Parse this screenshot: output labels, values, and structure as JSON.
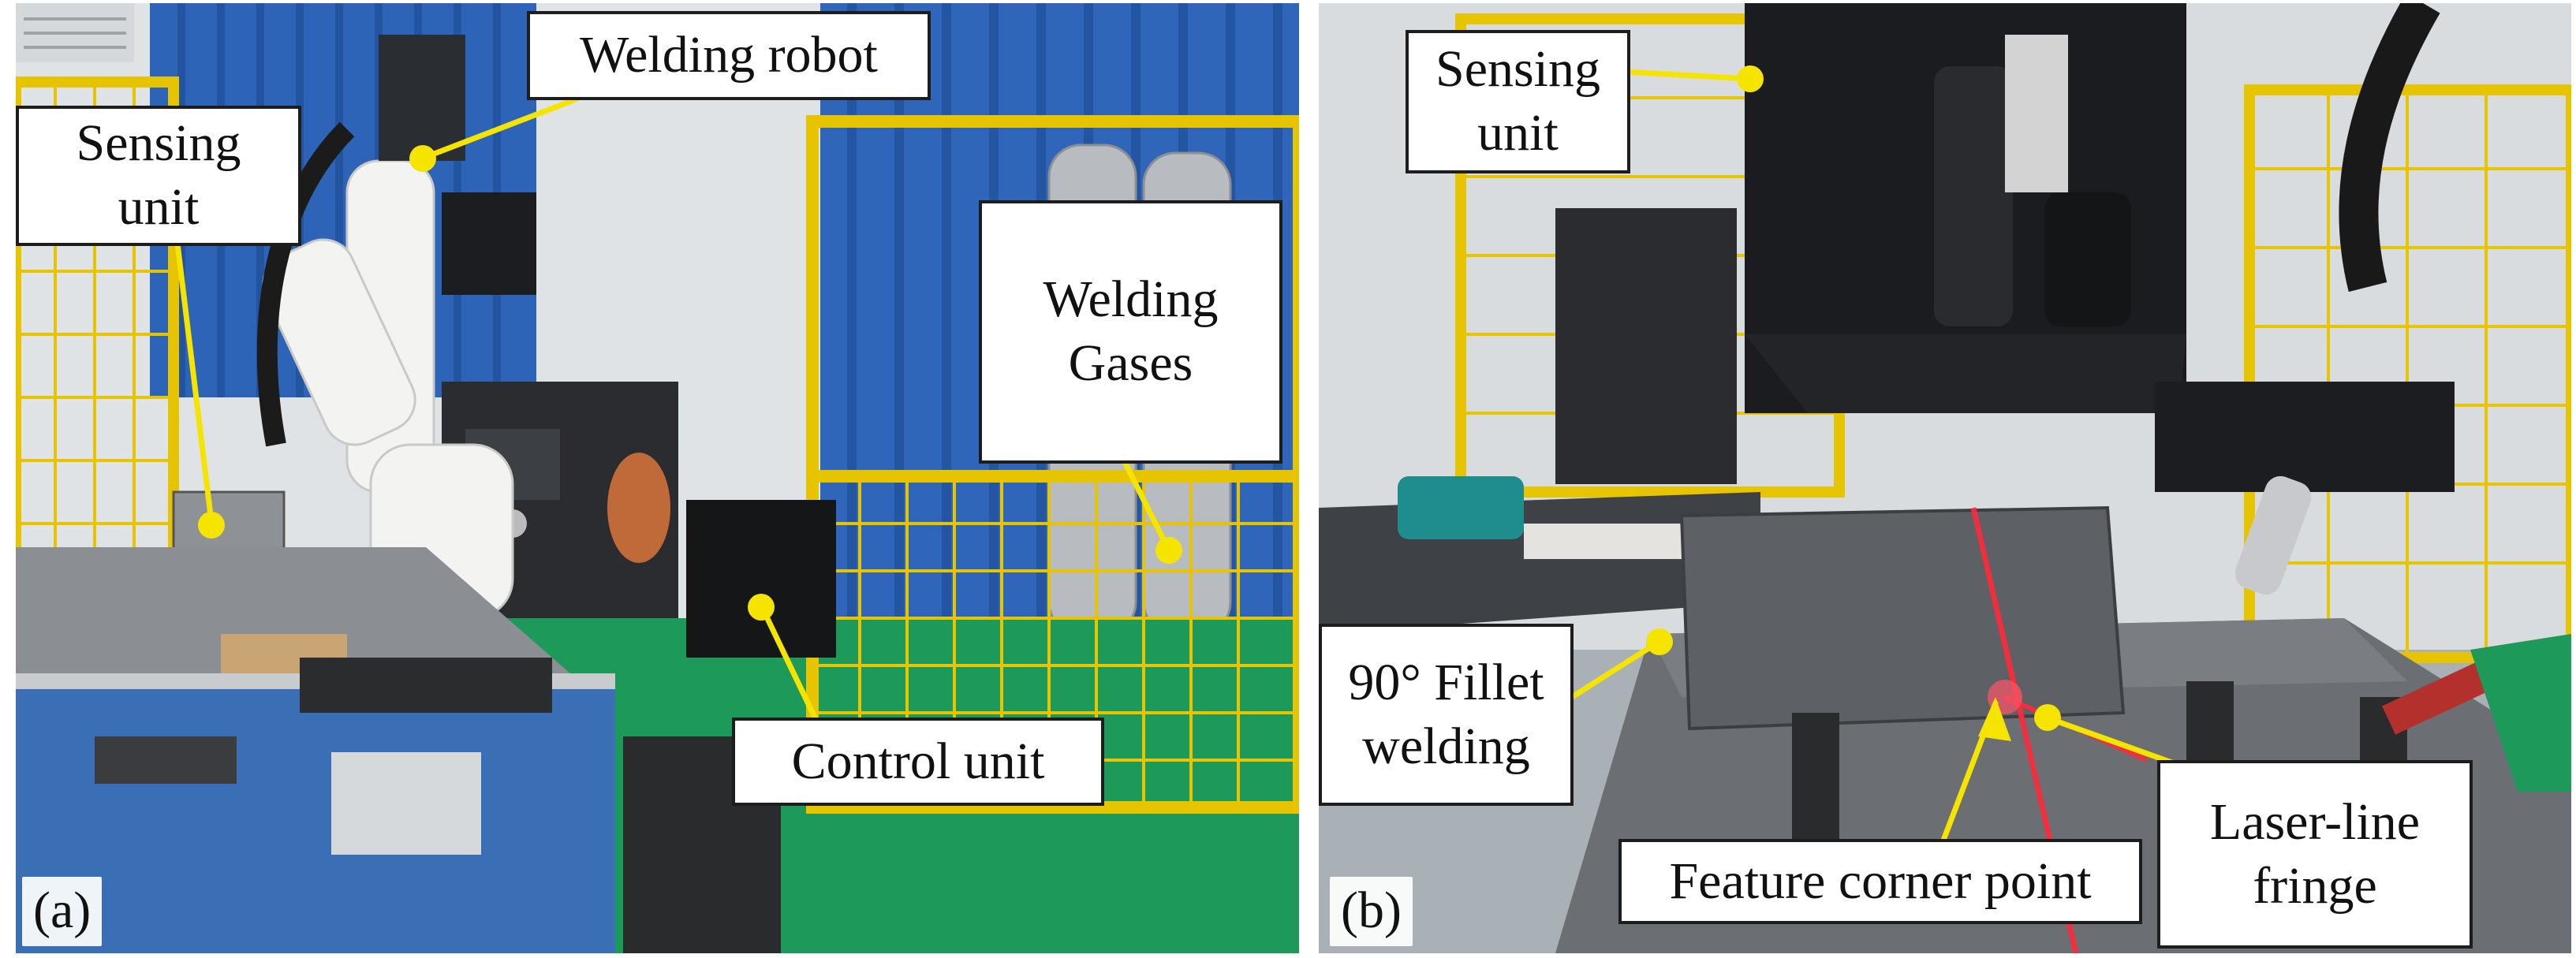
{
  "panels": [
    {
      "letter": "(a)",
      "labels": {
        "sensing_unit": "Sensing\nunit",
        "welding_robot": "Welding robot",
        "welding_gases": "Welding\nGases",
        "control_unit": "Control unit"
      }
    },
    {
      "letter": "(b)",
      "labels": {
        "sensing_unit": "Sensing\nunit",
        "fillet_welding": "90° Fillet\nwelding",
        "feature_corner_point": "Feature corner point",
        "laser_line_fringe": "Laser-line\nfringe"
      }
    }
  ],
  "colors": {
    "callout_line": "#f5e400",
    "callout_dot": "#f5e400",
    "label_border": "#1d1d1d",
    "laser": "#ff2a3a",
    "fence": "#e7c400",
    "curtain": "#2d64b8",
    "floor": "#1d9a5a"
  }
}
